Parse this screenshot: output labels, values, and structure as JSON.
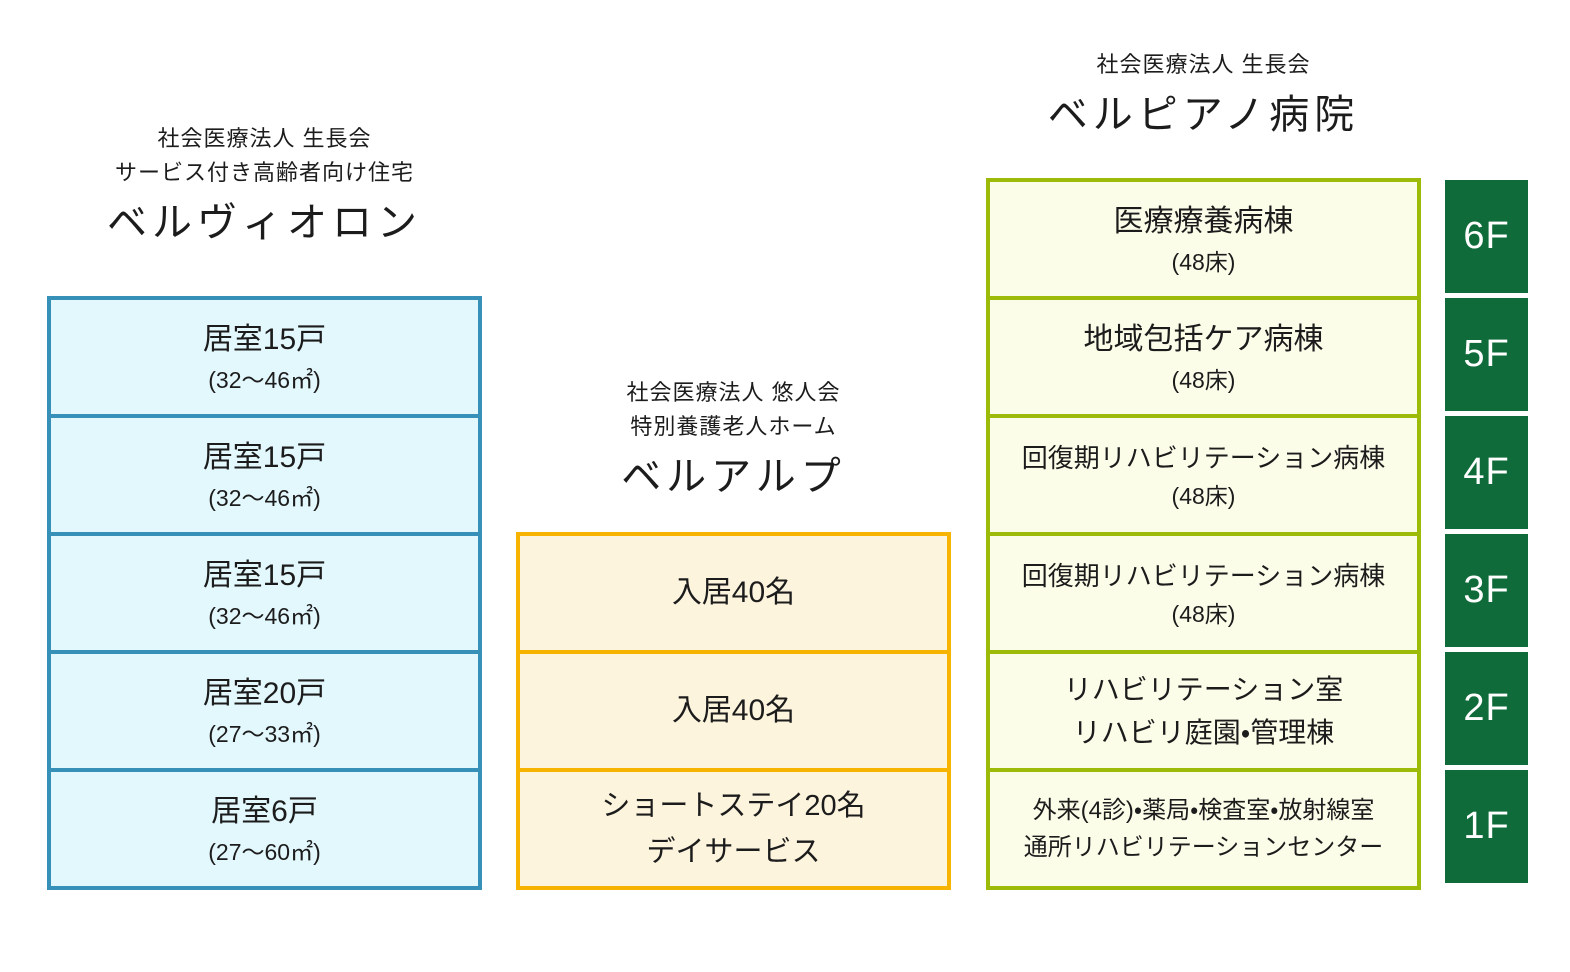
{
  "diagram": {
    "description_colors": {
      "velviolon_border": "#3690B8",
      "velviolon_fill": "#E3F8FD",
      "bellalp_border": "#F6B400",
      "bellalp_fill": "#FDF4DE",
      "bellpiano_border": "#9CBB08",
      "bellpiano_fill": "#FCFDE9",
      "floor_label_bg": "#0F6B3A",
      "floor_label_text": "#FFFFFF",
      "text": "#1C1C1C"
    }
  },
  "velviolon": {
    "org_line1": "社会医療法人 生長会",
    "org_line2": "サービス付き高齢者向け住宅",
    "name": "ベルヴィオロン",
    "floors": [
      {
        "main": "居室15戸",
        "sub": "(32〜46㎡)"
      },
      {
        "main": "居室15戸",
        "sub": "(32〜46㎡)"
      },
      {
        "main": "居室15戸",
        "sub": "(32〜46㎡)"
      },
      {
        "main": "居室20戸",
        "sub": "(27〜33㎡)"
      },
      {
        "main": "居室6戸",
        "sub": "(27〜60㎡)"
      }
    ]
  },
  "bellalp": {
    "org_line1": "社会医療法人 悠人会",
    "org_line2": "特別養護老人ホーム",
    "name": "ベルアルプ",
    "floors": [
      {
        "main": "入居40名"
      },
      {
        "main": "入居40名"
      },
      {
        "line1": "ショートステイ20名",
        "line2": "デイサービス"
      }
    ]
  },
  "bellpiano": {
    "org_line1": "社会医療法人 生長会",
    "name": "ベルピアノ病院",
    "floors": [
      {
        "main": "医療療養病棟",
        "sub": "(48床)",
        "floor": "6F"
      },
      {
        "main": "地域包括ケア病棟",
        "sub": "(48床)",
        "floor": "5F"
      },
      {
        "main": "回復期リハビリテーション病棟",
        "sub": "(48床)",
        "floor": "4F"
      },
      {
        "main": "回復期リハビリテーション病棟",
        "sub": "(48床)",
        "floor": "3F"
      },
      {
        "line1": "リハビリテーション室",
        "line2": "リハビリ庭園・管理棟",
        "floor": "2F"
      },
      {
        "line1": "外来(4診)・薬局・検査室・放射線室",
        "line2": "通所リハビリテーションセンター",
        "floor": "1F"
      }
    ]
  }
}
